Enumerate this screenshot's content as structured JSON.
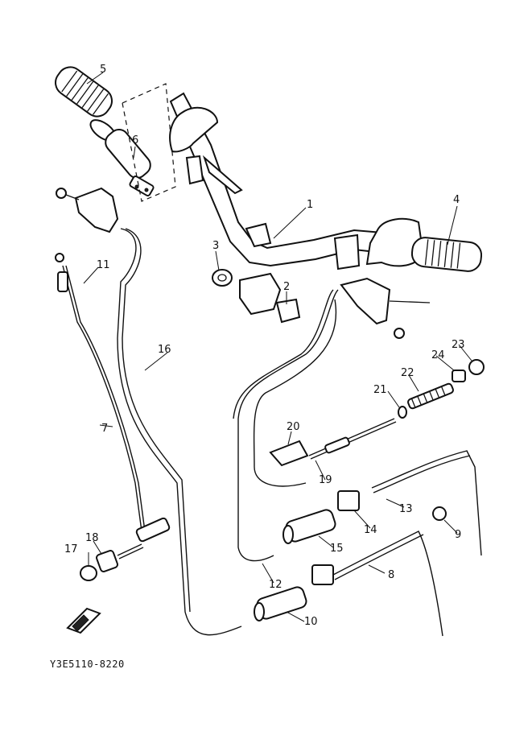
{
  "diagram": {
    "catalog_code": "Y3E5110-8220",
    "part_labels": [
      "1",
      "2",
      "3",
      "4",
      "5",
      "6",
      "7",
      "8",
      "9",
      "10",
      "11",
      "12",
      "13",
      "14",
      "15",
      "16",
      "17",
      "18",
      "19",
      "20",
      "21",
      "22",
      "23",
      "24"
    ]
  }
}
